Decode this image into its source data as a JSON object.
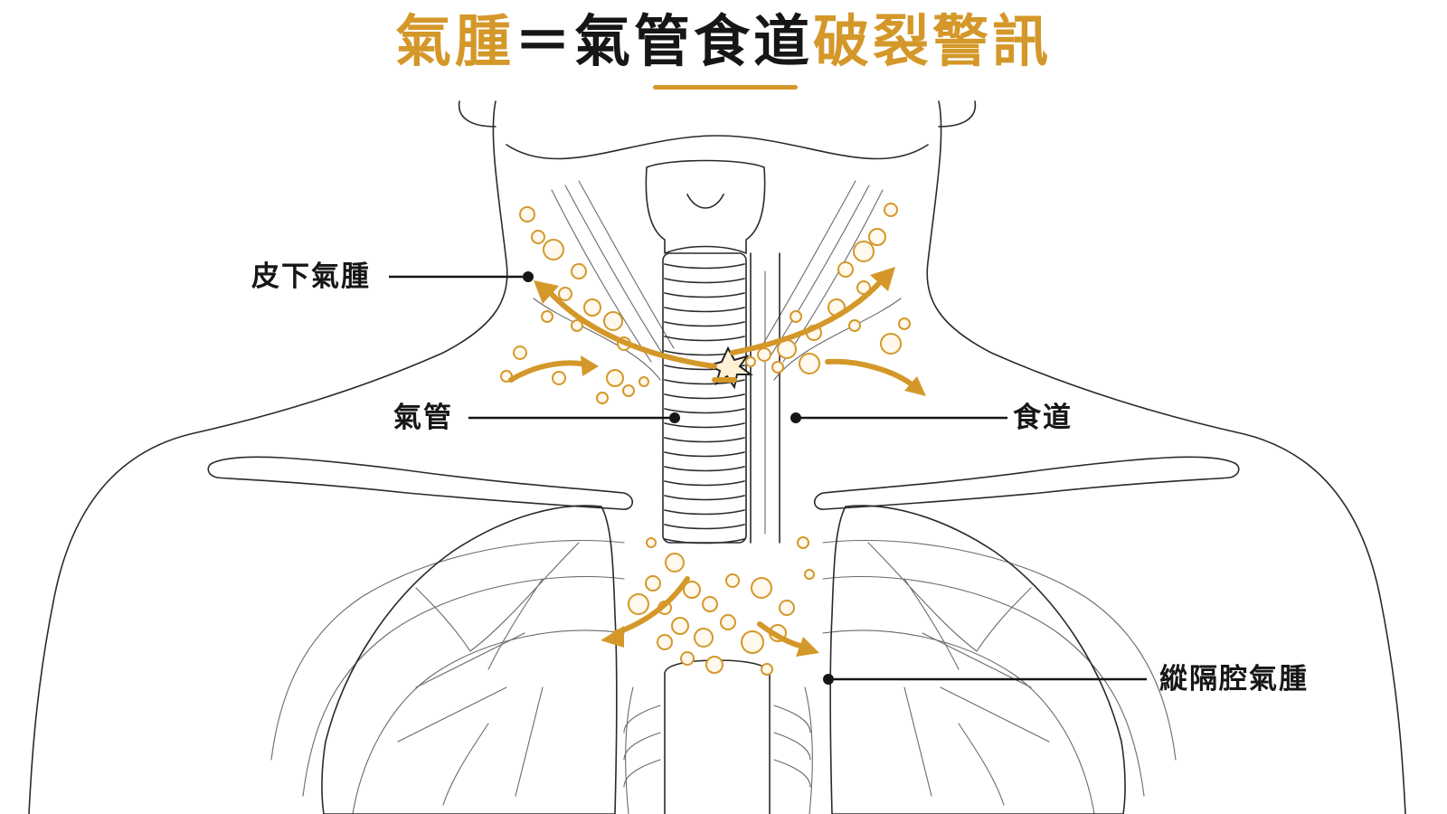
{
  "title": {
    "part1": "氣腫",
    "part2": "＝",
    "part3": "氣管食道",
    "part4": "破裂警訊"
  },
  "labels": {
    "subcutaneous": "皮下氣腫",
    "trachea": "氣管",
    "esophagus": "食道",
    "mediastinal": "縱隔腔氣腫"
  },
  "colors": {
    "accent": "#d4982a",
    "ink": "#161616",
    "background": "#ffffff"
  }
}
